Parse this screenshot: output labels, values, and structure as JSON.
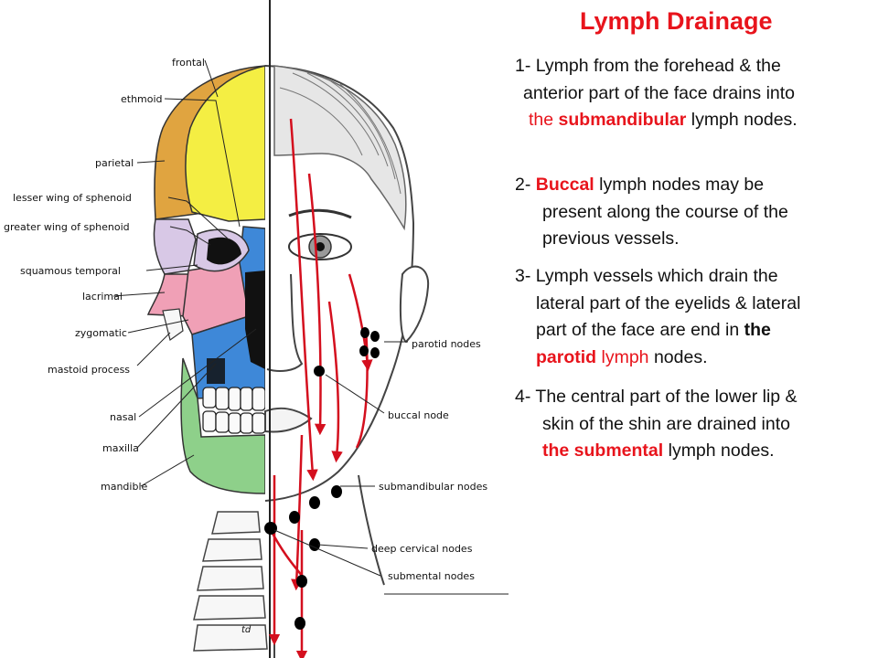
{
  "title": "Lymph Drainage",
  "labels": {
    "frontal": "frontal",
    "ethmoid": "ethmoid",
    "parietal": "parietal",
    "lesser_wing": "lesser wing of sphenoid",
    "greater_wing": "greater wing of sphenoid",
    "squamous_temporal": "squamous temporal",
    "lacrimal": "lacrimal",
    "zygomatic": "zygomatic",
    "mastoid": "mastoid process",
    "nasal": "nasal",
    "maxilla": "maxilla",
    "mandible": "mandible",
    "parotid_nodes": "parotid nodes",
    "buccal_node": "buccal node",
    "submandibular_nodes": "submandibular nodes",
    "deep_cervical_nodes": "deep cervical nodes",
    "submental_nodes": "submental nodes",
    "signature": "td"
  },
  "points": {
    "p1": {
      "l1": "1- Lymph from the forehead & the",
      "l2": "anterior part of the face drains into",
      "l3a": "the ",
      "l3b": "submandibular",
      "l3c": " lymph nodes."
    },
    "p2": {
      "l1a": "2- ",
      "l1b": "Buccal",
      "l1c": " lymph nodes may be",
      "l2": "present along the course of the",
      "l3": "previous vessels."
    },
    "p3": {
      "l1": "3- Lymph vessels which drain the",
      "l2": "lateral part of the eyelids & lateral",
      "l3a": "part of the face are end in ",
      "l3b": "the",
      "l4a": "parotid",
      "l4b": " lymph",
      "l4c": " nodes."
    },
    "p4": {
      "l1": "4- The central part of the lower lip &",
      "l2": "skin of the shin are drained into",
      "l3a": "the submental",
      "l3b": " lymph nodes."
    }
  },
  "colors": {
    "title": "#e8141c",
    "frontal": "#f4ee43",
    "parietal": "#e0a440",
    "sphenoid_greater": "#d8c8e6",
    "temporal": "#f0a0b6",
    "maxilla": "#3e88d8",
    "mandible": "#8ed08a",
    "vessel": "#d40f1e",
    "node": "#000000"
  }
}
